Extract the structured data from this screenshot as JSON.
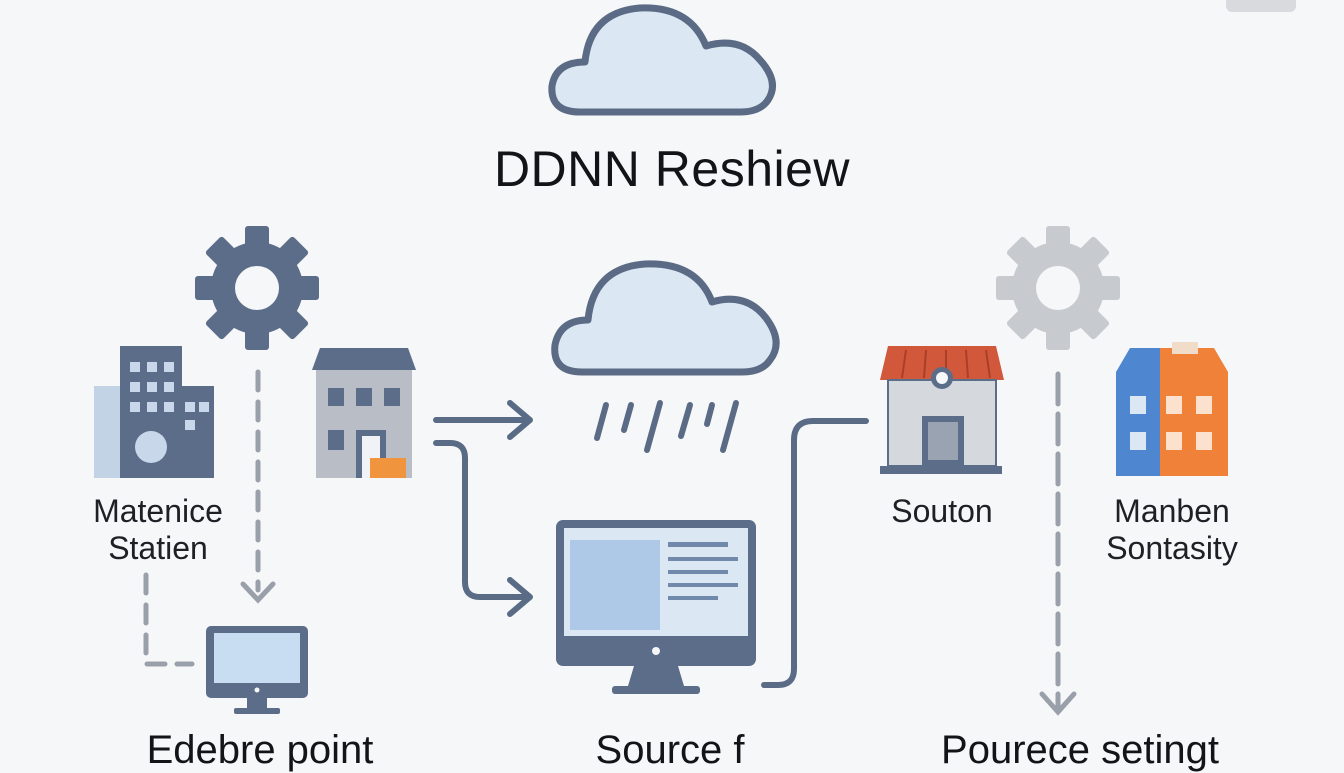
{
  "diagram": {
    "title": "DDNN Reshiew",
    "nodes": {
      "maintenance_station": {
        "line1": "Matenice",
        "line2": "Statien"
      },
      "souton": {
        "line1": "Souton"
      },
      "manben_sontasity": {
        "line1": "Manben",
        "line2": "Sontasity"
      },
      "edge_point": {
        "line1": "Edebre point"
      },
      "source": {
        "line1": "Source f"
      },
      "resource_setting": {
        "line1": "Pourece setingt"
      }
    },
    "colors": {
      "background": "#f5f7f9",
      "cloud_fill": "#dbe8f4",
      "cloud_stroke": "#5b6b85",
      "gear_dark": "#5c6d89",
      "gear_light": "#c7cacf",
      "connector": "#5a6b86",
      "dashed": "#9aa0aa",
      "roof_red": "#d2583c",
      "building_blue": "#4f86d0",
      "building_orange": "#ef8138",
      "accent_orange": "#f0953e"
    },
    "icons": [
      "cloud-icon",
      "gear-icon",
      "office-building-icon",
      "house-icon",
      "rain-cloud-icon",
      "monitor-icon",
      "store-icon",
      "apartment-icon"
    ]
  }
}
